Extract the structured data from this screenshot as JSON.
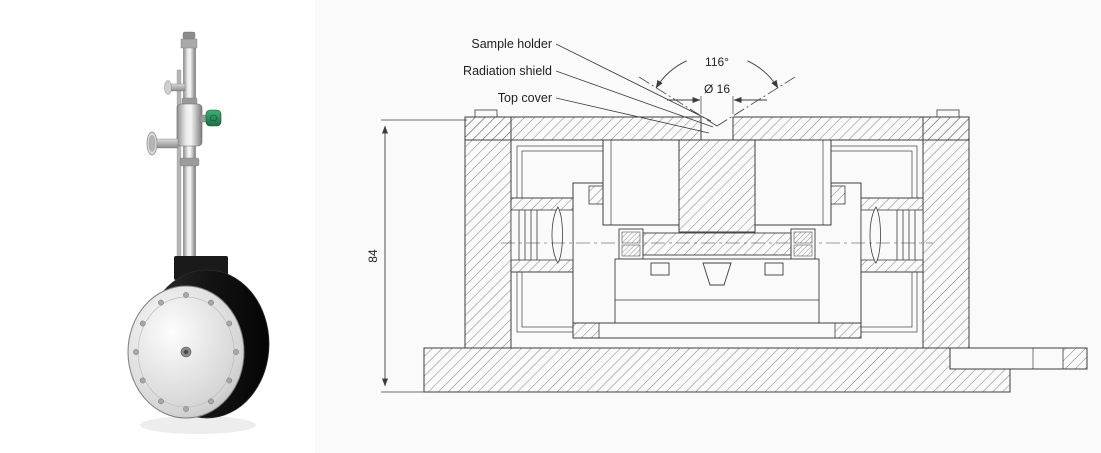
{
  "figure": {
    "callouts": [
      {
        "label": "Sample holder"
      },
      {
        "label": "Radiation shield"
      },
      {
        "label": "Top cover"
      }
    ],
    "dimensions": {
      "angle": "116°",
      "diameter": "Ø 16",
      "height": "84"
    }
  }
}
